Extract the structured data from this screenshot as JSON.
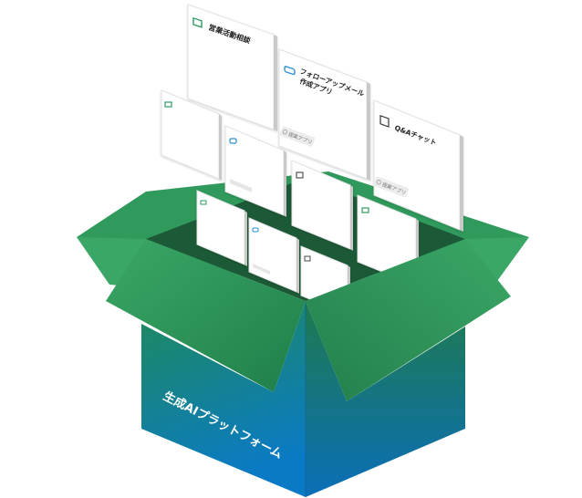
{
  "cards": {
    "sales": {
      "title": "営業活動相談",
      "icon": "chat-bubble-icon"
    },
    "followup": {
      "title_line1": "フォローアップメール",
      "title_line2": "作成アプリ",
      "badge": "提案アプリ",
      "icon": "cloud-icon"
    },
    "qa": {
      "title": "Q&Aチャット",
      "badge": "提案アプリ",
      "icon": "checklist-icon"
    }
  },
  "box": {
    "label": "生成AIプラットフォーム"
  },
  "colors": {
    "box_green_light": "#34a061",
    "box_green_dark": "#1a6b3f",
    "box_blue": "#0b7cc4",
    "icon_green": "#2e9b5f",
    "icon_blue": "#2a8fd0"
  }
}
